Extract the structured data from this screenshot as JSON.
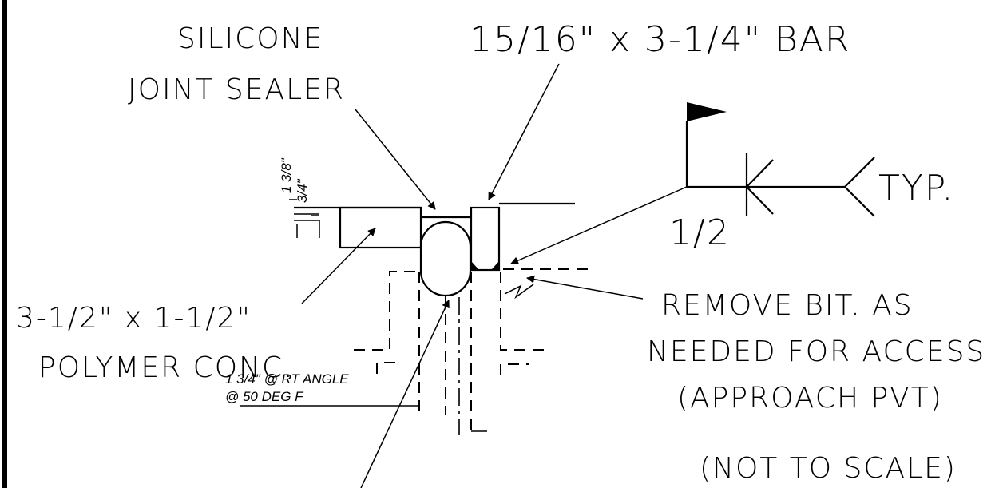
{
  "labels": {
    "silicone_line1": "SILICONE",
    "silicone_line2": "JOINT SEALER",
    "bar": "15/16\" x 3-1/4\" BAR",
    "polymer_line1": "3-1/2\" x 1-1/2\"",
    "polymer_line2": "POLYMER CONC.",
    "remove_line1": "REMOVE BIT. AS",
    "remove_line2": "NEEDED FOR ACCESS",
    "remove_line3": "(APPROACH PVT)",
    "not_to_scale": "(NOT TO SCALE)",
    "weld_size": "1/2",
    "weld_typ": "TYP.",
    "dim_1_3_8": "1 3/8\"",
    "dim_3_4": "3/4\"",
    "gap_line1": "1 3/4\" @ RT ANGLE",
    "gap_line2": "@ 50 DEG F"
  }
}
